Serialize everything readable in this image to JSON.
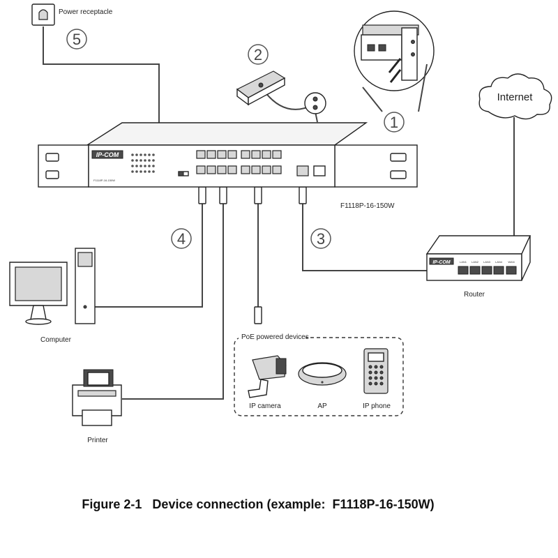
{
  "labels": {
    "power_receptacle": "Power receptacle",
    "internet": "Internet",
    "switch_brand": "IP-COM",
    "switch_model": "F1118P-16-150W",
    "router_brand": "IP-COM",
    "router": "Router",
    "computer": "Computer",
    "printer": "Printer",
    "poe_group": "PoE powered devices",
    "ip_camera": "IP camera",
    "ap": "AP",
    "ip_phone": "IP phone"
  },
  "steps": [
    "1",
    "2",
    "3",
    "4",
    "5"
  ],
  "router_ports": [
    "LAN1",
    "LAN2",
    "LAN3",
    "LAN4",
    "WAN"
  ],
  "caption": "Figure 2-1   Device connection (example:  F1118P-16-150W)"
}
